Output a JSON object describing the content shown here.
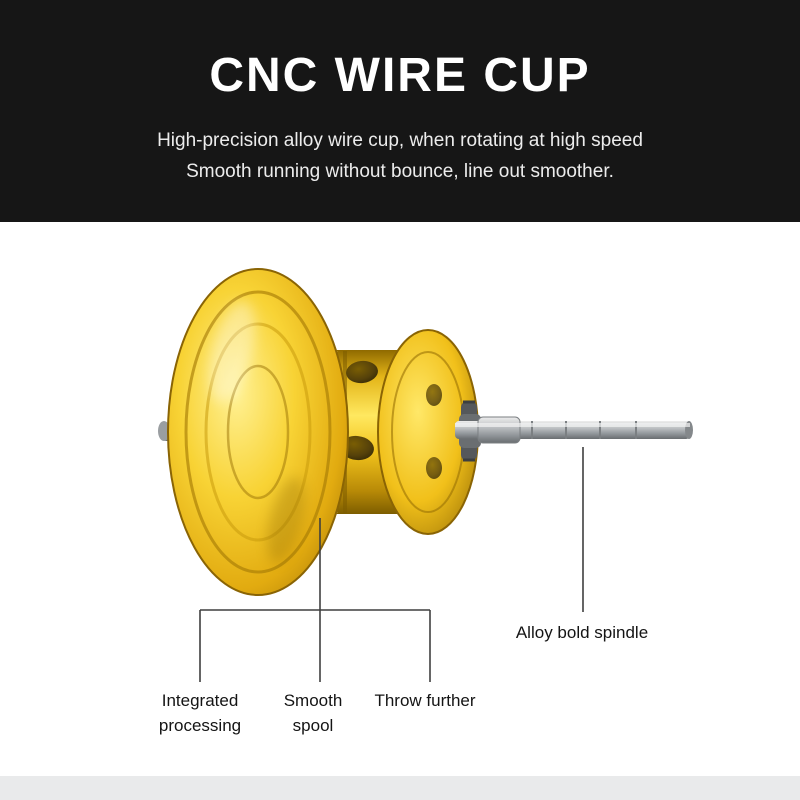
{
  "header": {
    "title": "CNC WIRE CUP",
    "subtitle_line1": "High-precision alloy wire cup, when rotating at high speed",
    "subtitle_line2": "Smooth running without bounce, line out smoother."
  },
  "callouts": {
    "spindle": "Alloy bold spindle",
    "integrated_line1": "Integrated",
    "integrated_line2": "processing",
    "smooth_line1": "Smooth",
    "smooth_line2": "spool",
    "throw": "Throw further"
  },
  "colors": {
    "header_bg": "#161616",
    "title_text": "#ffffff",
    "subtitle_text": "#ececec",
    "label_text": "#141414",
    "callout_line": "#3f3f3f",
    "spool_gold": "#f2c31c",
    "spool_gold_highlight": "#ffe860",
    "spool_gold_shadow": "#8f6a00",
    "spindle_steel": "#b9bcbf",
    "footer_bg": "#e9eaeb"
  }
}
